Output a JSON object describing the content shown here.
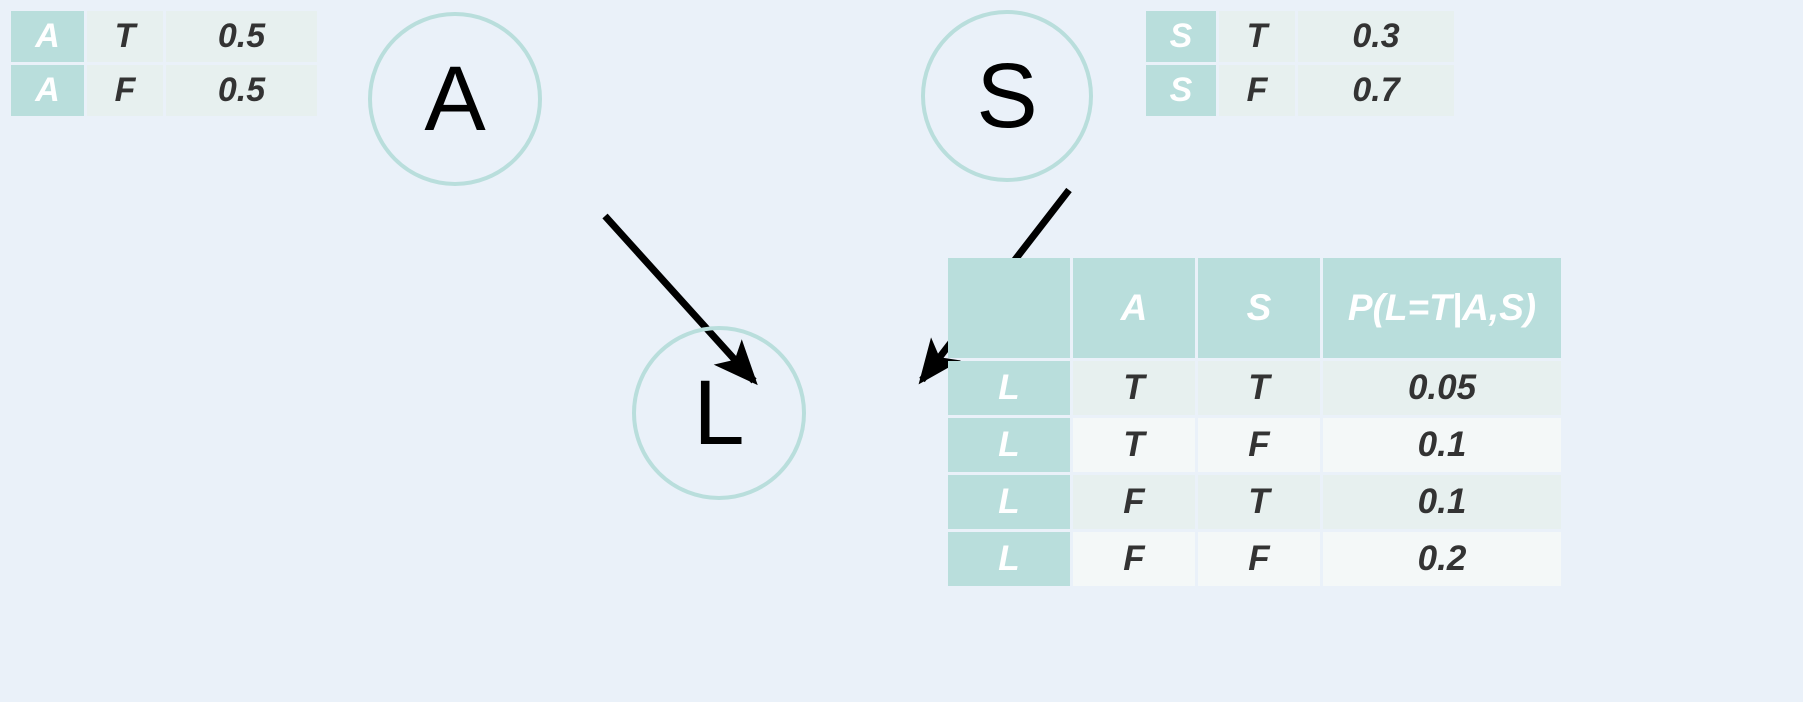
{
  "colors": {
    "background": "#eaf1f9",
    "node_stroke": "#b9dedc",
    "header_fill": "#b9dedc",
    "cell_fill_a": "#e7f0ef",
    "cell_fill_b": "#f4f8f8",
    "text_dark": "#333333",
    "arrow": "#000000"
  },
  "graph": {
    "nodes": [
      {
        "id": "A",
        "label": "A"
      },
      {
        "id": "S",
        "label": "S"
      },
      {
        "id": "L",
        "label": "L"
      }
    ],
    "edges": [
      {
        "from": "A",
        "to": "L"
      },
      {
        "from": "S",
        "to": "L"
      }
    ]
  },
  "table_a": {
    "rows": [
      {
        "var": "A",
        "state": "T",
        "prob": "0.5"
      },
      {
        "var": "A",
        "state": "F",
        "prob": "0.5"
      }
    ]
  },
  "table_s": {
    "rows": [
      {
        "var": "S",
        "state": "T",
        "prob": "0.3"
      },
      {
        "var": "S",
        "state": "F",
        "prob": "0.7"
      }
    ]
  },
  "table_l": {
    "headers": {
      "blank": "",
      "a": "A",
      "s": "S",
      "prob": "P(L=T|A,S)"
    },
    "rows": [
      {
        "var": "L",
        "a": "T",
        "s": "T",
        "prob": "0.05"
      },
      {
        "var": "L",
        "a": "T",
        "s": "F",
        "prob": "0.1"
      },
      {
        "var": "L",
        "a": "F",
        "s": "T",
        "prob": "0.1"
      },
      {
        "var": "L",
        "a": "F",
        "s": "F",
        "prob": "0.2"
      }
    ]
  }
}
